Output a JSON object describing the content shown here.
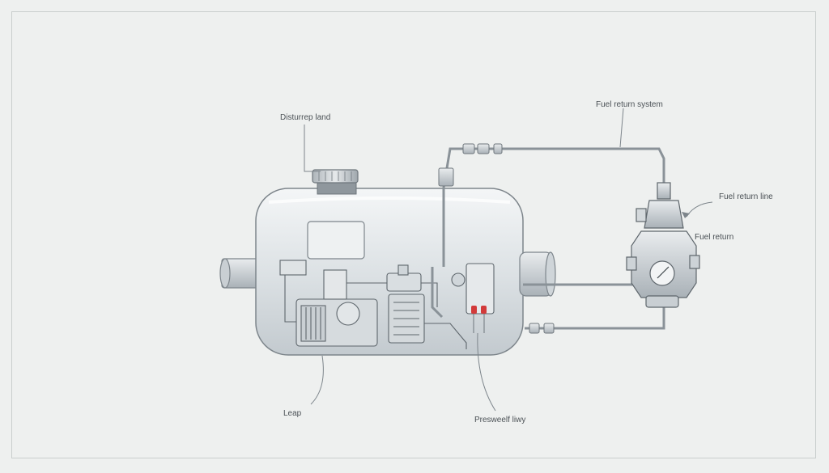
{
  "labels": {
    "disturbance_land": "Disturrep land",
    "fuel_return_system": "Fuel return system",
    "fuel_return_line": "Fuel return line",
    "fuel_return": "Fuel return",
    "leap": "Leap",
    "pressure_fitting": "Presweelf liwy"
  },
  "colors": {
    "background": "#eef0ef",
    "line": "#6e767c",
    "tank_fill": "#dfe4e7",
    "accent_red": "#d23a3a"
  }
}
